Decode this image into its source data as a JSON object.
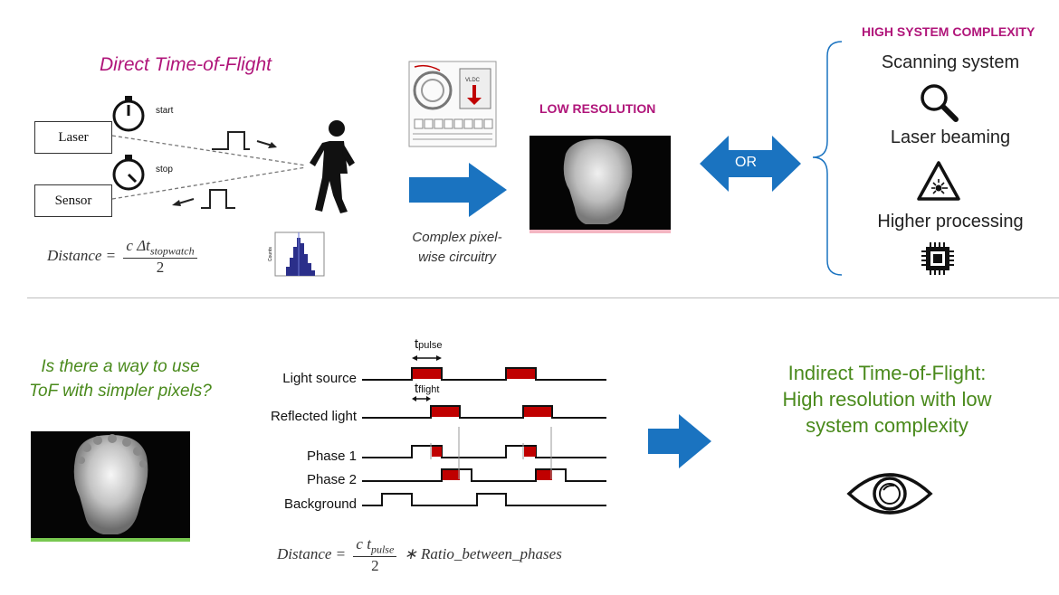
{
  "direct_tof": {
    "title": "Direct Time-of-Flight",
    "laser_label": "Laser",
    "sensor_label": "Sensor",
    "start_label": "start",
    "stop_label": "stop",
    "formula_lhs": "Distance =",
    "formula_num": "c Δt",
    "formula_num_sub": "stopwatch",
    "formula_den": "2",
    "histogram_ylabel": "Counts"
  },
  "circuit": {
    "caption_line1": "Complex pixel-",
    "caption_line2": "wise circuitry",
    "chip_label": "VLDC"
  },
  "low_res": {
    "title": "LOW RESOLUTION"
  },
  "or_arrow": {
    "label": "OR"
  },
  "complexity": {
    "title": "HIGH SYSTEM COMPLEXITY",
    "items": [
      {
        "label": "Scanning system",
        "icon": "magnifier-icon"
      },
      {
        "label": "Laser beaming",
        "icon": "laser-warning-icon"
      },
      {
        "label": "Higher processing",
        "icon": "cpu-icon"
      }
    ]
  },
  "question": {
    "line1": "Is there a way to use",
    "line2": "ToF with simpler pixels?"
  },
  "timing": {
    "t_pulse_main": "t",
    "t_pulse_sub": "pulse",
    "t_flight_main": "t",
    "t_flight_sub": "flight",
    "signals": [
      "Light source",
      "Reflected light",
      "Phase 1",
      "Phase 2",
      "Background"
    ],
    "formula_lhs": "Distance =",
    "formula_num": "c t",
    "formula_num_sub": "pulse",
    "formula_den": "2",
    "formula_rhs": "∗ Ratio_between_phases"
  },
  "indirect_tof": {
    "line1": "Indirect Time-of-Flight:",
    "line2": "High resolution with low",
    "line3": "system complexity"
  },
  "colors": {
    "magenta": "#b0157a",
    "blue": "#1a73c0",
    "green": "#4a8a1c",
    "pulse_red": "#c00000"
  }
}
